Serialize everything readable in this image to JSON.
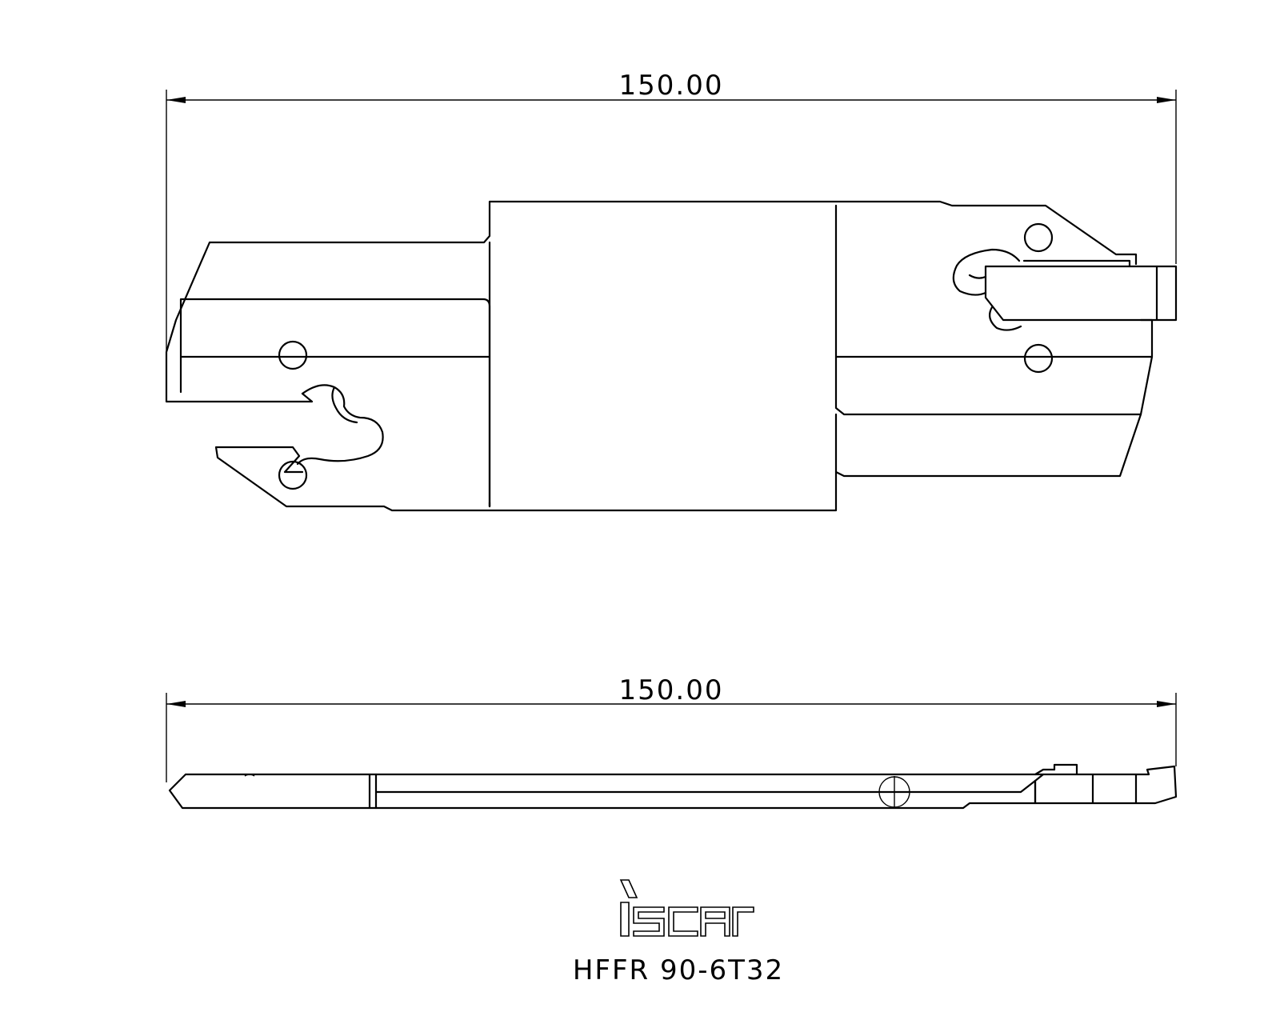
{
  "top_view": {
    "dimension_label": "150.00"
  },
  "side_view": {
    "dimension_label": "150.00"
  },
  "title_block": {
    "logo": "iscar",
    "part_number": "HFFR 90-6T32"
  }
}
